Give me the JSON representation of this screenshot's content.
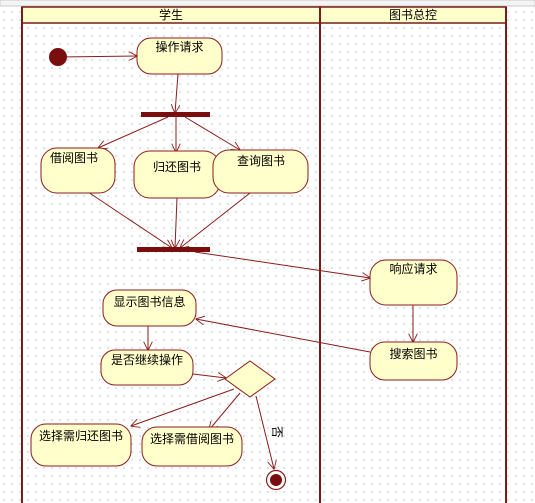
{
  "lanes": {
    "student": "学生",
    "library": "图书总控"
  },
  "nodes": {
    "request_op": "操作请求",
    "borrow": "借阅图书",
    "return": "归还图书",
    "query": "查询图书",
    "respond": "响应请求",
    "search": "搜索图书",
    "show_info": "显示图书信息",
    "continue_q": "是否继续操作",
    "select_return": "选择需归还图书",
    "select_borrow": "选择需借阅图书"
  },
  "edges": {
    "no_label": "否"
  },
  "colors": {
    "line": "#8b1c1c",
    "node_fill": "#ffffcc",
    "bar": "#7a0e0e"
  }
}
